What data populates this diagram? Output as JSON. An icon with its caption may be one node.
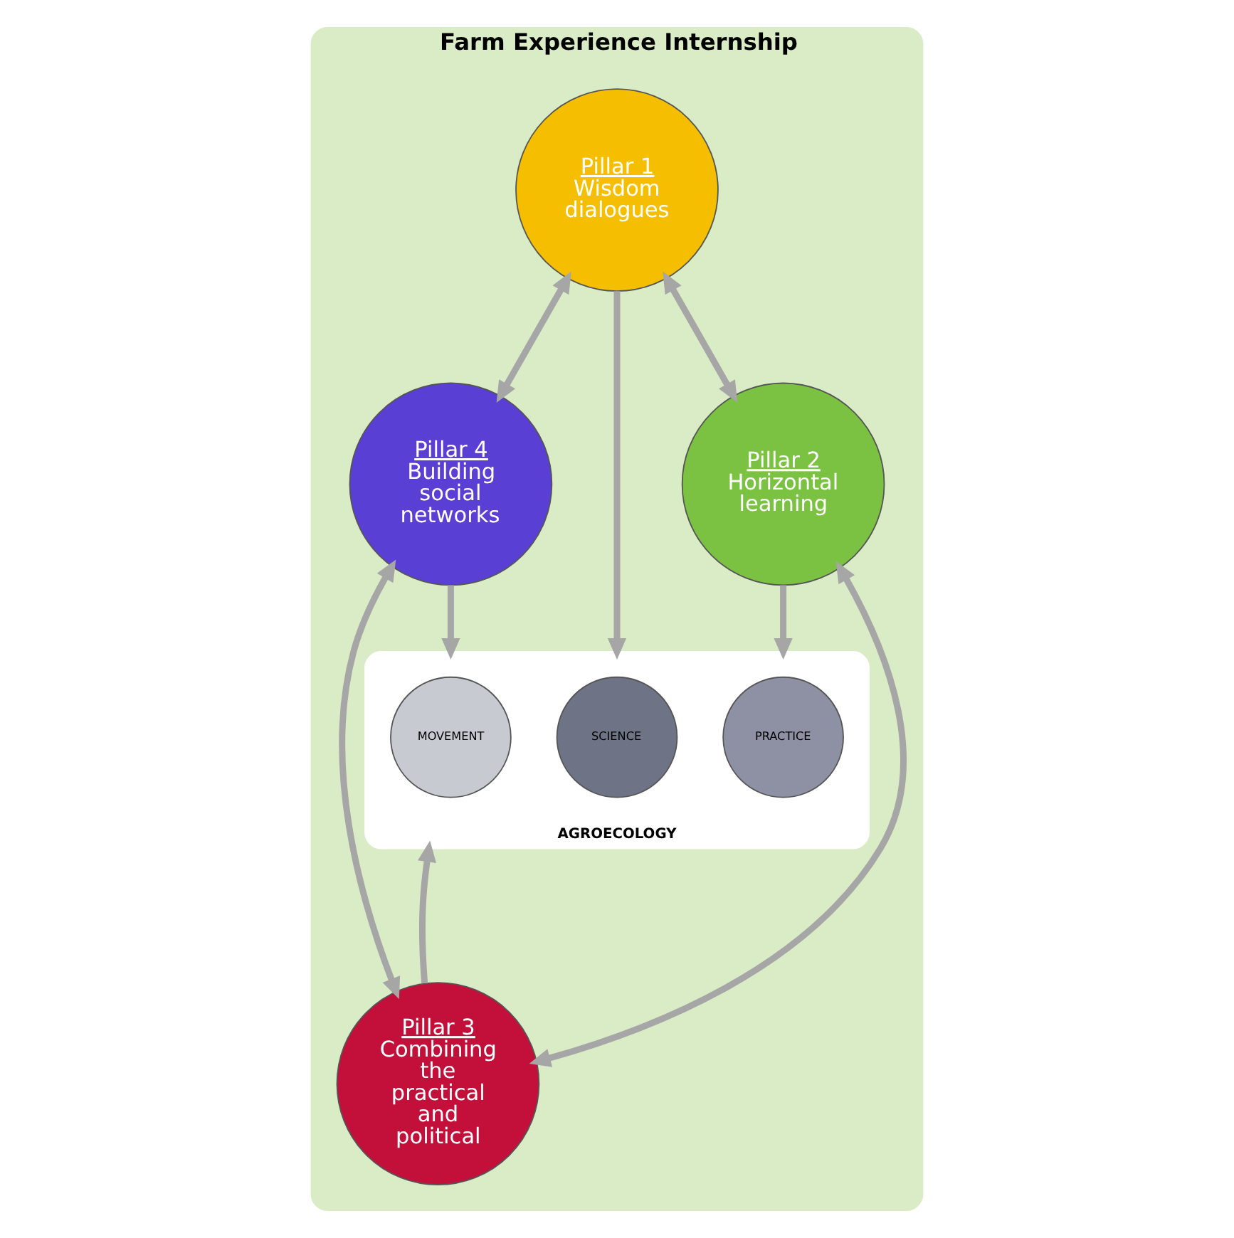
{
  "diagram": {
    "nodes": [
      {
        "text": [
          "Farm Experience Internship"
        ]
      },
      {
        "text": [
          "Pillar 1",
          "Wisdom dialogues"
        ],
        "in": 0
      },
      {
        "text": [
          "Pillar 4",
          "Building social networks"
        ],
        "in": 0
      },
      {
        "text": [
          "AGROECOLOGY"
        ],
        "in": 0
      },
      {
        "text": [
          "SCIENCE"
        ],
        "in": 3
      },
      {
        "text": [
          "MOVEMENT"
        ],
        "in": 3
      },
      {
        "text": [
          "PRACTICE"
        ],
        "in": 3
      },
      {
        "text": [
          "Pillar 2",
          "Horizontal learning"
        ],
        "in": 0
      },
      {
        "text": [
          "Pillar 3",
          "Combining the practical and political"
        ],
        "in": 0
      }
    ],
    "edges": [
      {
        "from": 1,
        "to": 2,
        "arrow": "both"
      },
      {
        "from": 1,
        "to": 7,
        "arrow": "both"
      },
      {
        "from": 1,
        "to": 3,
        "arrow": "to"
      },
      {
        "from": 2,
        "to": 3,
        "arrow": "to"
      },
      {
        "from": 7,
        "to": 3,
        "arrow": "to"
      },
      {
        "from": 2,
        "to": 8,
        "arrow": "both"
      },
      {
        "from": 8,
        "to": 7,
        "arrow": "both"
      },
      {
        "from": 8,
        "to": 3,
        "arrow": "to"
      }
    ]
  }
}
